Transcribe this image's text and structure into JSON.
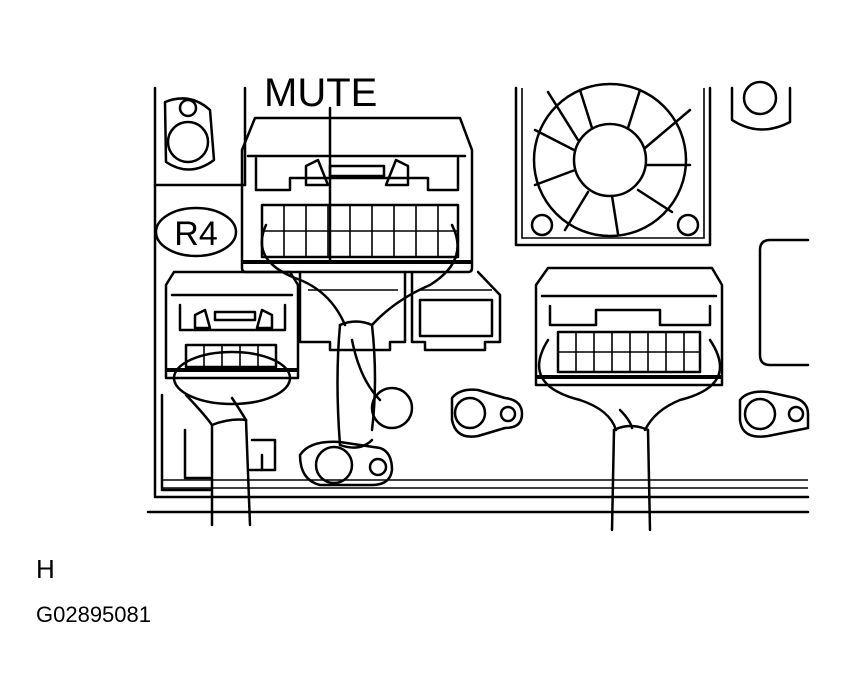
{
  "labels": {
    "mute": "MUTE",
    "connector_id": "R4",
    "view_letter": "H",
    "figure_code": "G02895081"
  }
}
